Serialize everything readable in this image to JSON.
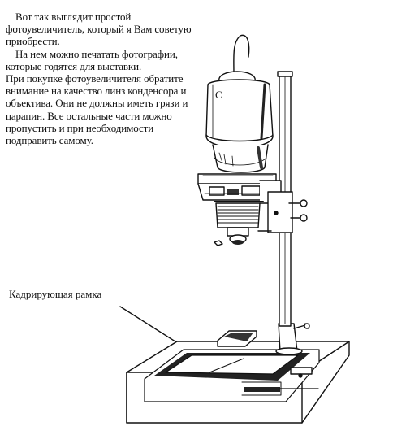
{
  "intro": {
    "para1": "Вот так выглядит простой фотоувеличитель, который я Вам советую приобрести.",
    "para2": "На нем можно печатать фотографии, которые годятся для выставки.",
    "para3": "При покупке фотоувеличителя обратите внимание на качество линз конденсора и объектива. Они не должны иметь грязи и царапин. Все остальные части можно пропустить и при необходимости подправить самому."
  },
  "callout": {
    "label": "Кадрирующая рамка"
  },
  "illustration": {
    "lamp_letter": "C"
  }
}
